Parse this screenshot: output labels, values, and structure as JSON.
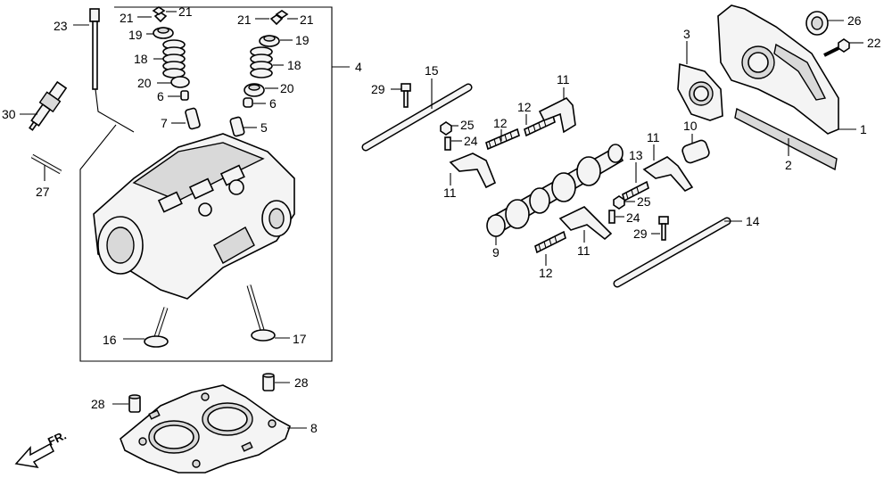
{
  "diagram": {
    "direction_label": "FR.",
    "callouts": [
      {
        "id": "c23",
        "text": "23"
      },
      {
        "id": "c30",
        "text": "30"
      },
      {
        "id": "c27",
        "text": "27"
      },
      {
        "id": "c21a",
        "text": "21"
      },
      {
        "id": "c21b",
        "text": "21"
      },
      {
        "id": "c19a",
        "text": "19"
      },
      {
        "id": "c18a",
        "text": "18"
      },
      {
        "id": "c20a",
        "text": "20"
      },
      {
        "id": "c6a",
        "text": "6"
      },
      {
        "id": "c7",
        "text": "7"
      },
      {
        "id": "c21c",
        "text": "21"
      },
      {
        "id": "c21d",
        "text": "21"
      },
      {
        "id": "c19b",
        "text": "19"
      },
      {
        "id": "c18b",
        "text": "18"
      },
      {
        "id": "c20b",
        "text": "20"
      },
      {
        "id": "c6b",
        "text": "6"
      },
      {
        "id": "c5",
        "text": "5"
      },
      {
        "id": "c4",
        "text": "4"
      },
      {
        "id": "c16",
        "text": "16"
      },
      {
        "id": "c17",
        "text": "17"
      },
      {
        "id": "c28a",
        "text": "28"
      },
      {
        "id": "c28b",
        "text": "28"
      },
      {
        "id": "c8",
        "text": "8"
      },
      {
        "id": "c29a",
        "text": "29"
      },
      {
        "id": "c15",
        "text": "15"
      },
      {
        "id": "c25a",
        "text": "25"
      },
      {
        "id": "c24a",
        "text": "24"
      },
      {
        "id": "c12a",
        "text": "12"
      },
      {
        "id": "c12b",
        "text": "12"
      },
      {
        "id": "c11a",
        "text": "11"
      },
      {
        "id": "c11b",
        "text": "11"
      },
      {
        "id": "c9",
        "text": "9"
      },
      {
        "id": "c11c",
        "text": "11"
      },
      {
        "id": "c12c",
        "text": "12"
      },
      {
        "id": "c13",
        "text": "13"
      },
      {
        "id": "c11d",
        "text": "11"
      },
      {
        "id": "c10",
        "text": "10"
      },
      {
        "id": "c25b",
        "text": "25"
      },
      {
        "id": "c24b",
        "text": "24"
      },
      {
        "id": "c29b",
        "text": "29"
      },
      {
        "id": "c14",
        "text": "14"
      },
      {
        "id": "c3",
        "text": "3"
      },
      {
        "id": "c26",
        "text": "26"
      },
      {
        "id": "c22",
        "text": "22"
      },
      {
        "id": "c1",
        "text": "1"
      },
      {
        "id": "c2",
        "text": "2"
      }
    ]
  }
}
